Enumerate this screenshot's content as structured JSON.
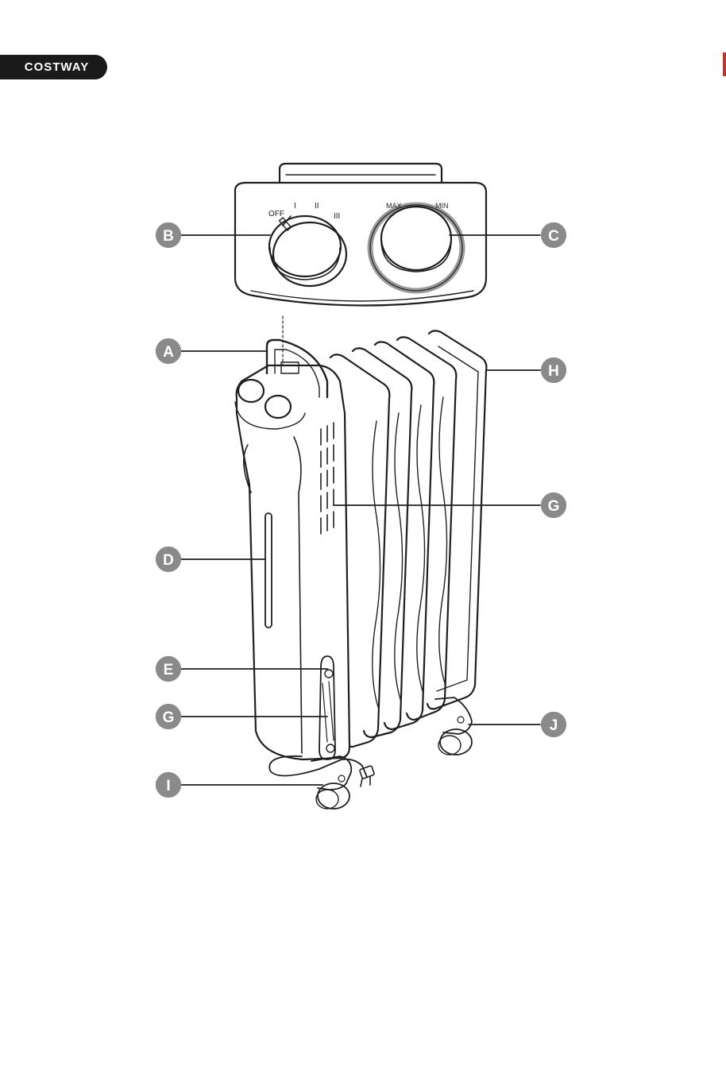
{
  "brand": {
    "name": "COSTWAY"
  },
  "colors": {
    "ink": "#1f1f1f",
    "callout_fill": "#8a8a8a",
    "callout_text": "#ffffff",
    "dial_ring": "#9a9a9a",
    "brand_bg": "#1a1a1a",
    "edge_mark": "#c8312e"
  },
  "control_panel": {
    "power_dial_marks": [
      "OFF",
      "I",
      "II",
      "III"
    ],
    "thermostat_marks": [
      "MAX",
      "MIN"
    ]
  },
  "callouts": [
    {
      "letter": "A"
    },
    {
      "letter": "B"
    },
    {
      "letter": "C"
    },
    {
      "letter": "D"
    },
    {
      "letter": "E"
    },
    {
      "letter": "G"
    },
    {
      "letter": "G"
    },
    {
      "letter": "H"
    },
    {
      "letter": "I"
    },
    {
      "letter": "J"
    }
  ]
}
